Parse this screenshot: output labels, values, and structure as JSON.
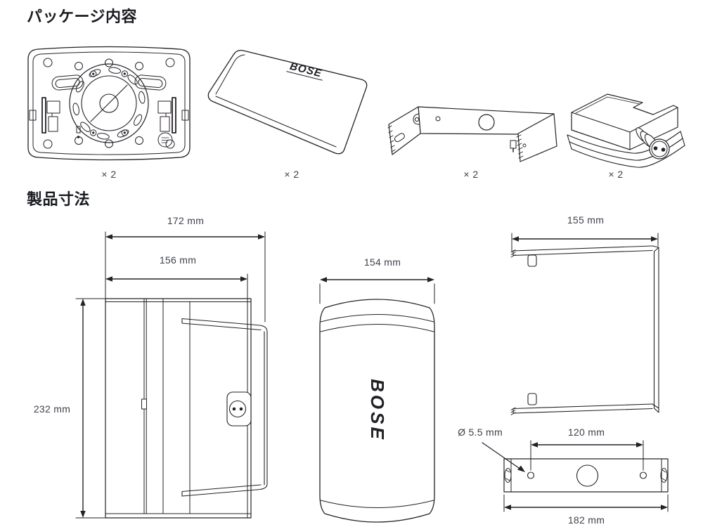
{
  "sections": {
    "package": {
      "title": "パッケージ内容"
    },
    "dimensions": {
      "title": "製品寸法"
    }
  },
  "brand": {
    "logo": "BOSE"
  },
  "package_items": [
    {
      "id": "loudspeaker-rear",
      "qty": "× 2"
    },
    {
      "id": "grille",
      "qty": "× 2"
    },
    {
      "id": "u-bracket",
      "qty": "× 2"
    },
    {
      "id": "wiring-cover",
      "qty": "× 2"
    }
  ],
  "measurements": {
    "side_overall_width": "172 mm",
    "side_body_width": "156 mm",
    "side_height": "232 mm",
    "front_width": "154 mm",
    "bracket_width": "155 mm",
    "hole_diameter": "Ø 5.5 mm",
    "hole_spacing": "120 mm",
    "plate_width": "182 mm"
  },
  "colors": {
    "line": "#242126",
    "label_text": "#3e424b",
    "heading_text": "#1a1c22",
    "background": "#ffffff"
  }
}
